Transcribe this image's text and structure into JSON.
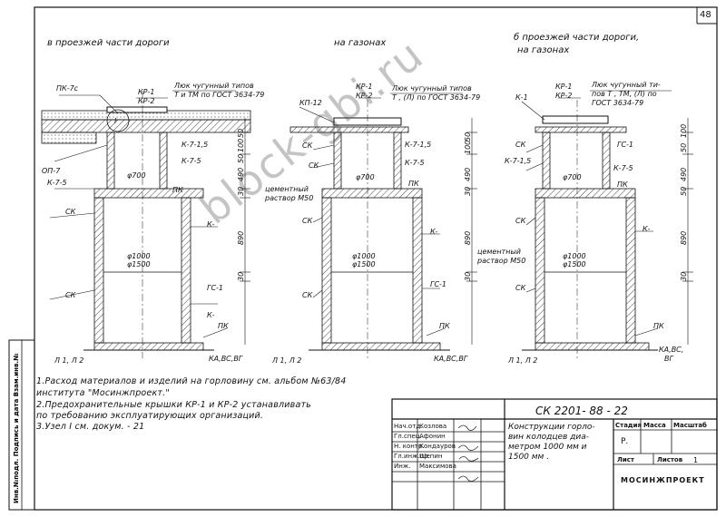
{
  "sheet_number": "48",
  "headings": {
    "left": "в проезжей  части дороги",
    "center": "на     газонах",
    "right_line1": "б  проезжей   части  дороги,",
    "right_line2": "на   газонах"
  },
  "drawing1": {
    "pk7c": "ПК-7с",
    "kr1": "КР-1",
    "kr2": "КР-2",
    "hatch_line1": "Люк  чугунный  типов",
    "hatch_line2": "Т и ТМ по ГОСТ 3634-79",
    "roman": "I",
    "op7": "ОП-7",
    "k75_top": "К-7-5",
    "k715": "К-7-1,5",
    "k75": "К-7-5",
    "phi700": "φ700",
    "pk": "ПК",
    "ck1": "СК",
    "k_a": "К-",
    "phi1000": "φ1000",
    "phi1500": "φ1500",
    "ck2": "СК",
    "gc1": "ГС-1",
    "k_b": "К-",
    "pk2": "ПК",
    "l": "Л 1, Л 2",
    "ka": "КА,ВС,ВГ"
  },
  "drawing2": {
    "kp12": "КП-12",
    "kr1": "КР-1",
    "kr2": "КР-2",
    "hatch_line1": "Люк  чугунный  типов",
    "hatch_line2": "Т , (Л)  по ГОСТ 3634-79",
    "ck1": "СК",
    "k715": "К-7-1,5",
    "ck2": "СК",
    "k75": "К-7-5",
    "phi700": "φ700",
    "pk": "ПК",
    "mortar1_line1": "цементный",
    "mortar1_line2": "раствор М50",
    "ck3": "СК",
    "k": "К-",
    "phi1000": "φ1000",
    "phi1500": "φ1500",
    "mortar2_line1": "цементный",
    "mortar2_line2": "раствор М50",
    "ck4": "СК",
    "gc1": "ГС-1",
    "pk2": "ПК",
    "l": "Л 1, Л 2",
    "ka": "КА,ВС,ВГ"
  },
  "drawing3": {
    "k1": "К-1",
    "kr1": "КР-1",
    "kr2": "КР-2",
    "hatch_line1": "Люк  чугунный  ти-",
    "hatch_line2": "пов Т , ТМ, (Л) по",
    "hatch_line3": "ГОСТ 3634-79",
    "ck1": "СК",
    "k715": "К-7-1,5",
    "gc1": "ГС-1",
    "k75": "К-7-5",
    "phi700": "φ700",
    "pk": "ПК",
    "ck2": "СК",
    "k": "К-",
    "phi1000": "φ1000",
    "phi1500": "φ1500",
    "ck3": "СК",
    "pk2": "ПК",
    "l": "Л 1, Л 2",
    "ka1": "КА,ВС,",
    "ka2": "ВГ"
  },
  "dims": {
    "d1": [
      "50",
      "100",
      "50",
      "490",
      "30",
      "890",
      "30"
    ],
    "d2": [
      "50",
      "100",
      "490",
      "30",
      "890",
      "30"
    ],
    "d3": [
      "100",
      "50",
      "490",
      "50",
      "890",
      "30"
    ]
  },
  "notes": [
    "1.Расход  материалов  и  изделий  на горловину  см. альбом №63/84",
    "   института  \"Мосинжпроект.\"",
    "2.Предохранительные  крышки  КР-1  и  КР-2  устанавливать",
    "   по  требованию  эксплуатирующих  организаций.",
    "3.Узел  I   см.  докум.   - 21"
  ],
  "side_stamp": "Инв.№подл. Подпись и дата  Взам.инв.№",
  "title_block": {
    "doc_code": "СК 2201- 88 - 22",
    "roles": [
      "Нач.отд.",
      "Гл.спец.",
      "Н. контр.",
      "Гл.инж.пр.",
      "Инж."
    ],
    "names": [
      "Козлова",
      "Афонин",
      "Кондауров",
      "Шепин",
      "Максимова"
    ],
    "description_line1": "Конструкции  горло-",
    "description_line2": "вин  колодцев  диа-",
    "description_line3": "метром   1000 мм  и",
    "description_line4": "1500 мм .",
    "col_stage": "Стадия",
    "col_mass": "Масса",
    "col_scale": "Масштаб",
    "stage_value": "Р.",
    "sheet_label": "Лист",
    "sheets_label": "Листов",
    "sheets_value": "1",
    "org": "МОСИНЖПРОЕКТ"
  },
  "watermark": "block-gbi.ru",
  "colors": {
    "ink": "#111111",
    "hatch": "#444444",
    "watermark": "#8a8a8a"
  }
}
